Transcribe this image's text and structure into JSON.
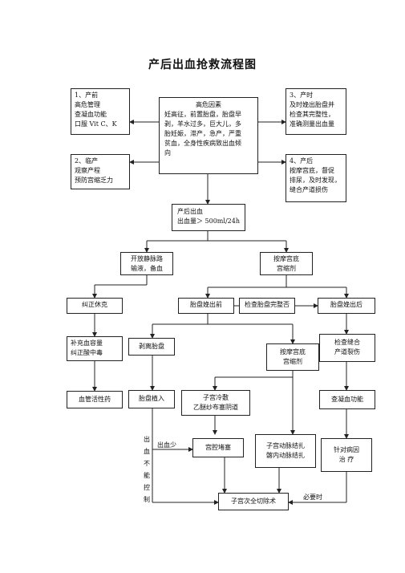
{
  "title": "产后出血抢救流程图",
  "nodes": {
    "antenatal": [
      "1、产前",
      "高危管理",
      "查凝血功能",
      "口服  Vit C、K"
    ],
    "risk": [
      "高危因素",
      "妊高征，前置胎盘，胎盘早",
      "剥，羊水过多，巨大儿，多",
      "胎妊娠，滞产，急产，严重",
      "贫血，全身性疾病致出血倾",
      "向"
    ],
    "postpartum_hour": [
      "3、产时",
      "及时娩出胎盘并",
      "检查其完整性，",
      "准确测量出血量"
    ],
    "intrapartum": [
      "2、临产",
      "观察产程",
      "预防宫缩乏力"
    ],
    "postpartum": [
      "4、产后",
      "按摩宫底，督促",
      "排尿，及时发现，",
      "缝合产道损伤"
    ],
    "pph": [
      "产后出血",
      "出血量＞  500ml/24h"
    ],
    "iv": [
      "开放静脉路",
      "输液，备血"
    ],
    "massage": [
      "按摩宫底",
      "宫缩剂"
    ],
    "shock": [
      "纠正休克"
    ],
    "placenta_undelivered": [
      "胎盘娩出前"
    ],
    "check_placenta": [
      "检查胎盘完整否"
    ],
    "placenta_delivered": [
      "胎盘娩出后"
    ],
    "volume": [
      "补充血容量",
      "纠正酸中毒"
    ],
    "manual_removal": [
      "剥离胎盘"
    ],
    "massage2": [
      "按摩宫底",
      "宫缩剂"
    ],
    "suture": [
      "检查缝合",
      "产道裂伤"
    ],
    "vasoactive": [
      "血管活性药"
    ],
    "accreta": [
      "胎盘植入"
    ],
    "ice": [
      "子宫冷敷",
      "乙醚纱布塞阴道"
    ],
    "coag": [
      "查凝血功能"
    ],
    "packing": [
      "宫腔堵塞"
    ],
    "ligation": [
      "子宫动脉结扎",
      "髂内动脉结扎"
    ],
    "etiology": [
      "针对病因",
      "治        疗"
    ],
    "hysterectomy": [
      "子宫次全切除术"
    ]
  },
  "labels": {
    "less_bleeding": "出血少",
    "when_needed": "必要时",
    "uncontrolled": [
      "出",
      "血",
      "不",
      "能",
      "控",
      "制"
    ]
  }
}
